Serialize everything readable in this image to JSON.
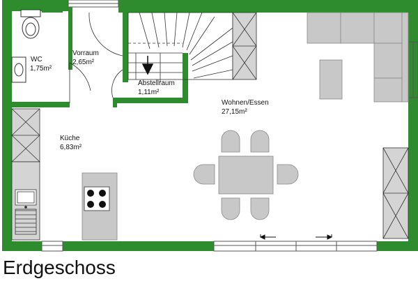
{
  "title": "Erdgeschoss",
  "rooms": {
    "wc": {
      "name": "WC",
      "area": "1,75m²"
    },
    "vorraum": {
      "name": "Vorraum",
      "area": "2,65m²"
    },
    "abstellraum": {
      "name": "Abstellraum",
      "area": "1,11m²"
    },
    "wohnen": {
      "name": "Wohnen/Essen",
      "area": "27,15m²"
    },
    "kueche": {
      "name": "Küche",
      "area": "6,83m²"
    }
  },
  "colors": {
    "wall": "#2e8b2e",
    "furniture": "#c8c8c8",
    "furniture_dark": "#9a9a9a",
    "line": "#333333"
  }
}
